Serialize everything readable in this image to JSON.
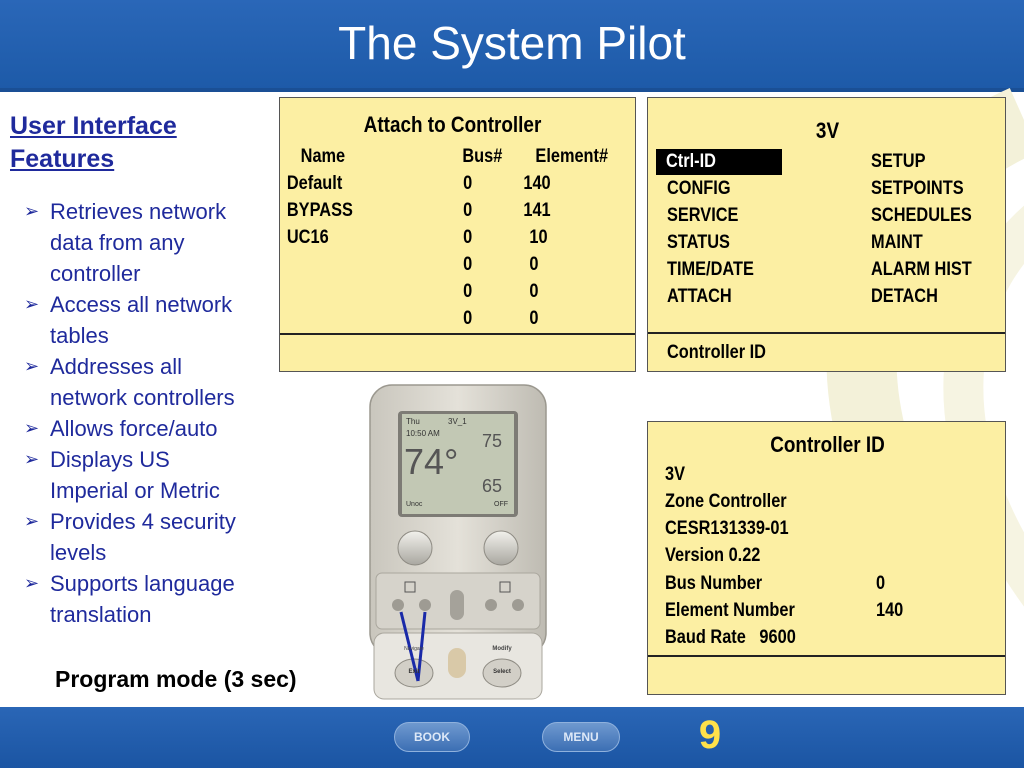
{
  "slide": {
    "title": "The System Pilot",
    "page_number": "9"
  },
  "left": {
    "heading_line1": "User Interface",
    "heading_line2": "Features",
    "bullets": [
      [
        "Retrieves network",
        "data from any",
        "controller"
      ],
      [
        "Access all network",
        "tables"
      ],
      [
        "Addresses all",
        "network controllers"
      ],
      [
        "Allows force/auto"
      ],
      [
        "Displays US",
        "Imperial or Metric"
      ],
      [
        "Provides 4 security",
        "levels"
      ],
      [
        "Supports language",
        "translation"
      ]
    ],
    "program_mode": "Program mode (3 sec)"
  },
  "attach_panel": {
    "title": "Attach to Controller",
    "headers": {
      "name": "Name",
      "bus": "Bus#",
      "element": "Element#"
    },
    "rows": [
      {
        "name": "Default",
        "bus": "0",
        "element": "140"
      },
      {
        "name": "BYPASS",
        "bus": "0",
        "element": "141"
      },
      {
        "name": "UC16",
        "bus": "0",
        "element": "10"
      },
      {
        "name": "",
        "bus": "0",
        "element": "0"
      },
      {
        "name": "",
        "bus": "0",
        "element": "0"
      },
      {
        "name": "",
        "bus": "0",
        "element": "0"
      }
    ]
  },
  "menu_panel": {
    "title": "3V",
    "left_items": [
      "Ctrl-ID",
      "CONFIG",
      "SERVICE",
      "STATUS",
      "TIME/DATE",
      "ATTACH"
    ],
    "right_items": [
      "SETUP",
      "SETPOINTS",
      "SCHEDULES",
      "MAINT",
      "ALARM HIST",
      "DETACH"
    ],
    "selected": "Ctrl-ID",
    "footer": "Controller ID"
  },
  "controller_panel": {
    "title": "Controller ID",
    "lines": [
      "3V",
      "Zone Controller",
      "CESR131339-01",
      "Version 0.22",
      "Bus Number",
      "Element Number",
      "Baud Rate   9600"
    ],
    "values": {
      "bus_number": "0",
      "element_number": "140"
    }
  },
  "device": {
    "day": "Thu",
    "zone": "3V_1",
    "time": "10:50 AM",
    "temperature": "74°",
    "heat_setpoint": "75",
    "cool_setpoint": "65",
    "occupancy": "Unoc",
    "mode": "OFF",
    "button_left_label": "Navigate",
    "button_left_sub": "Exit",
    "button_right_label": "Modify",
    "button_right_sub": "Select"
  },
  "footer": {
    "book_label": "BOOK",
    "menu_label": "MENU"
  },
  "colors": {
    "header_blue": "#1d5aa8",
    "lcd_yellow": "#fcefa3",
    "heading_navy": "#1f2a9c",
    "page_number_yellow": "#ffe14a"
  }
}
